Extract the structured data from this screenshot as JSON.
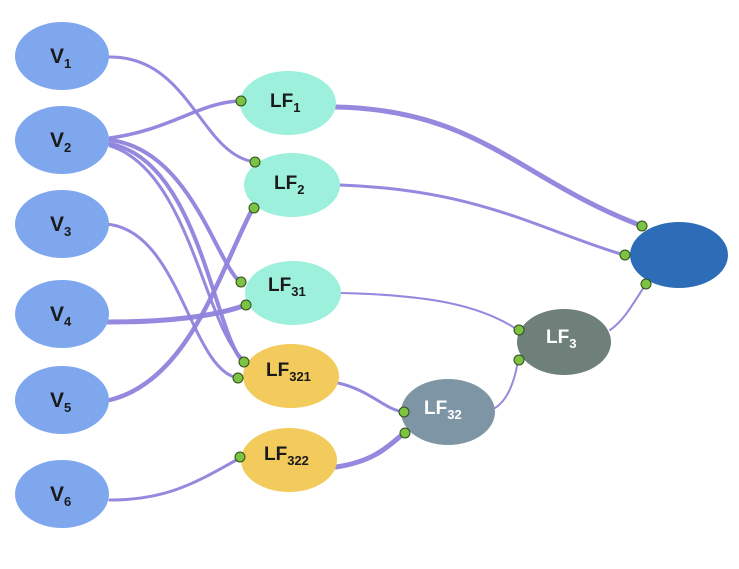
{
  "diagram": {
    "colors": {
      "input": "#7ea7ee",
      "teal": "#9df1dc",
      "yellow": "#f3cb5c",
      "gray_dark": "#6e8079",
      "gray_blue": "#7e95a6",
      "output": "#2d6db8",
      "edge": "#8e83dc",
      "port": "#7cc243"
    },
    "nodes": {
      "v1": {
        "base": "V",
        "sub": "1"
      },
      "v2": {
        "base": "V",
        "sub": "2"
      },
      "v3": {
        "base": "V",
        "sub": "3"
      },
      "v4": {
        "base": "V",
        "sub": "4"
      },
      "v5": {
        "base": "V",
        "sub": "5"
      },
      "v6": {
        "base": "V",
        "sub": "6"
      },
      "lf1": {
        "base": "LF",
        "sub": "1"
      },
      "lf2": {
        "base": "LF",
        "sub": "2"
      },
      "lf31": {
        "base": "LF",
        "sub": "31"
      },
      "lf321": {
        "base": "LF",
        "sub": "321"
      },
      "lf322": {
        "base": "LF",
        "sub": "322"
      },
      "lf32": {
        "base": "LF",
        "sub": "32"
      },
      "lf3": {
        "base": "LF",
        "sub": "3"
      }
    }
  }
}
